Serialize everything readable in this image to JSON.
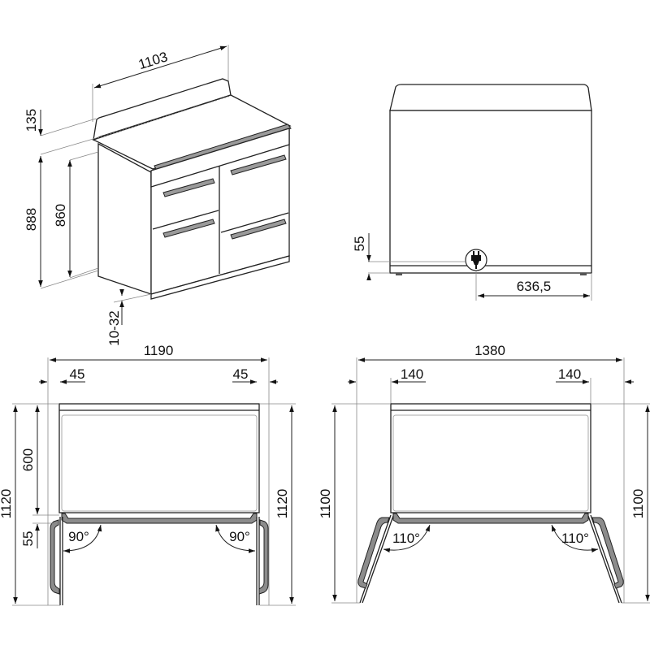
{
  "views": {
    "perspective": {
      "width": "1103",
      "backsplash_height": "135",
      "total_height": "888",
      "body_height": "860",
      "feet_adjust": "10-32"
    },
    "side": {
      "plug_height": "55",
      "plug_offset": "636,5",
      "plug_icon": "plug-icon"
    },
    "top_doors_90": {
      "total_width": "1190",
      "left_clearance": "45",
      "right_clearance": "45",
      "depth": "600",
      "door_gap": "55",
      "left_total_depth": "1120",
      "right_total_depth": "1120",
      "left_angle": "90°",
      "right_angle": "90°"
    },
    "top_doors_110": {
      "total_width": "1380",
      "left_clearance": "140",
      "right_clearance": "140",
      "left_total_depth": "1100",
      "right_total_depth": "1100",
      "left_angle": "110°",
      "right_angle": "110°"
    }
  },
  "colors": {
    "line": "#222222",
    "handle_fill": "#9a9a9a",
    "door_fill": "#8c8c8c",
    "background": "#ffffff"
  }
}
